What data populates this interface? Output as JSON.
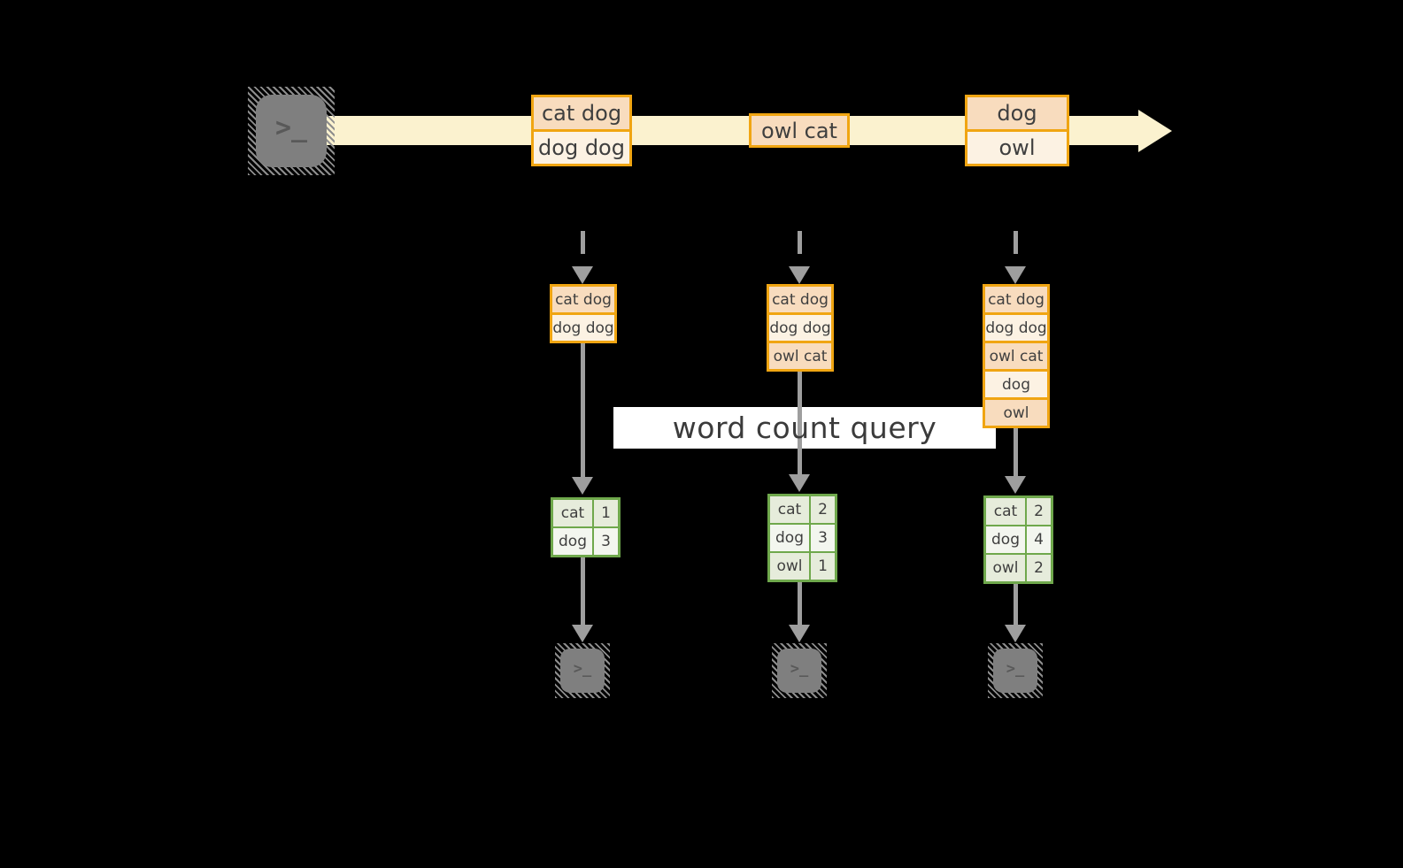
{
  "title": "streaming word count diagram",
  "colors": {
    "background": "#000000",
    "amber_border": "#F0A512",
    "peach_cell": "#F8DCBE",
    "cream_cell": "#FCF2E3",
    "timeline_band": "#FBF2CF",
    "green_border": "#6FA84C",
    "green_cell_dark": "#E6ECDB",
    "green_cell_light": "#F3F6EF",
    "arrow_gray": "#9E9E9E",
    "terminal_gray": "#7F7F7F",
    "text": "#3F3F3F"
  },
  "icons": {
    "terminal_glyph": ">_"
  },
  "query": {
    "label": "word count query"
  },
  "timeline": {
    "events": [
      {
        "lines": [
          "cat dog",
          "dog dog"
        ]
      },
      {
        "lines": [
          "owl cat"
        ]
      },
      {
        "lines": [
          "dog",
          "owl"
        ]
      }
    ]
  },
  "columns": [
    {
      "batch": {
        "rows": [
          "cat dog",
          "dog dog"
        ]
      },
      "counts": {
        "rows": [
          {
            "word": "cat",
            "count": "1"
          },
          {
            "word": "dog",
            "count": "3"
          }
        ]
      }
    },
    {
      "batch": {
        "rows": [
          "cat dog",
          "dog dog",
          "owl cat"
        ]
      },
      "counts": {
        "rows": [
          {
            "word": "cat",
            "count": "2"
          },
          {
            "word": "dog",
            "count": "3"
          },
          {
            "word": "owl",
            "count": "1"
          }
        ]
      }
    },
    {
      "batch": {
        "rows": [
          "cat dog",
          "dog dog",
          "owl cat",
          "dog",
          "owl"
        ]
      },
      "counts": {
        "rows": [
          {
            "word": "cat",
            "count": "2"
          },
          {
            "word": "dog",
            "count": "4"
          },
          {
            "word": "owl",
            "count": "2"
          }
        ]
      }
    }
  ]
}
